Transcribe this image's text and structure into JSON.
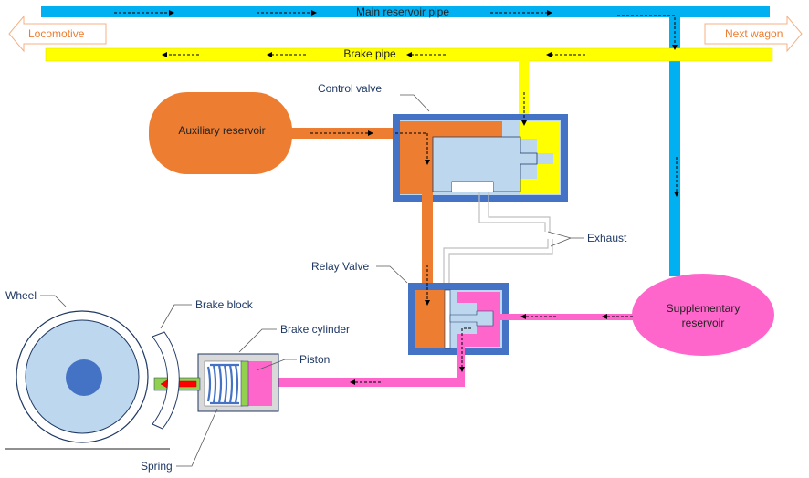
{
  "labels": {
    "main_reservoir_pipe": "Main reservoir pipe",
    "brake_pipe": "Brake pipe",
    "locomotive": "Locomotive",
    "next_wagon": "Next wagon",
    "control_valve": "Control valve",
    "auxiliary_reservoir": "Auxiliary reservoir",
    "exhaust": "Exhaust",
    "relay_valve": "Relay Valve",
    "supplementary_reservoir_line1": "Supplementary",
    "supplementary_reservoir_line2": "reservoir",
    "wheel": "Wheel",
    "brake_block": "Brake block",
    "brake_cylinder": "Brake cylinder",
    "piston": "Piston",
    "spring": "Spring"
  },
  "colors": {
    "main_reservoir": "#00b0f0",
    "brake_pipe": "#ffff00",
    "auxiliary": "#ed7d31",
    "supplementary": "#ff66cc",
    "valve_body": "#4472c4",
    "valve_inner": "#bdd7ee",
    "wheel": "#4472c4",
    "piston": "#92d050",
    "cylinder": "#d9d9d9",
    "force_arrow": "#ff0000"
  }
}
